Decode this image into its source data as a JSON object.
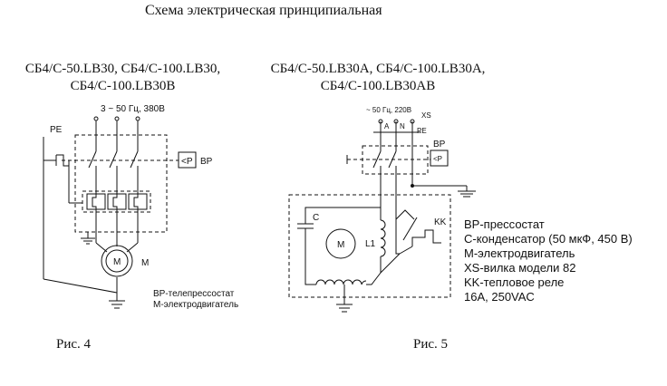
{
  "document": {
    "title": "Схема электрическая принципиальная",
    "figure_left": {
      "models_line1": "СБ4/С-50.LB30, СБ4/С-100.LB30,",
      "models_line2": "СБ4/С-100.LB30В",
      "supply_label": "3 ~ 50 Гц, 380В",
      "pe_label": "PE",
      "bp_label": "BP",
      "pressure_symbol": "<P",
      "motor_symbol": "M",
      "motor_label": "M",
      "legend": [
        "BP-телепрессостат",
        "M-электродвигатель"
      ],
      "caption": "Рис. 4"
    },
    "figure_right": {
      "models_line1": "СБ4/С-50.LB30A, СБ4/С-100.LB30A,",
      "models_line2": "СБ4/С-100.LB30AB",
      "supply_label": "~ 50 Гц, 220В",
      "xs_label": "XS",
      "phase_a_label": "A",
      "phase_n_label": "N",
      "pe_label": "PE",
      "bp_label": "BP",
      "pressure_symbol": "<P",
      "capacitor_label": "C",
      "motor_symbol": "M",
      "winding_label": "L1",
      "relay_label": "KK",
      "legend": [
        "BP-прессостат",
        "С-конденсатор (50 мкФ, 450 В)",
        "M-электродвигатель",
        "XS-вилка модели 82",
        "KK-тепловое реле",
        "16A, 250VAC"
      ],
      "caption": "Рис. 5"
    }
  }
}
